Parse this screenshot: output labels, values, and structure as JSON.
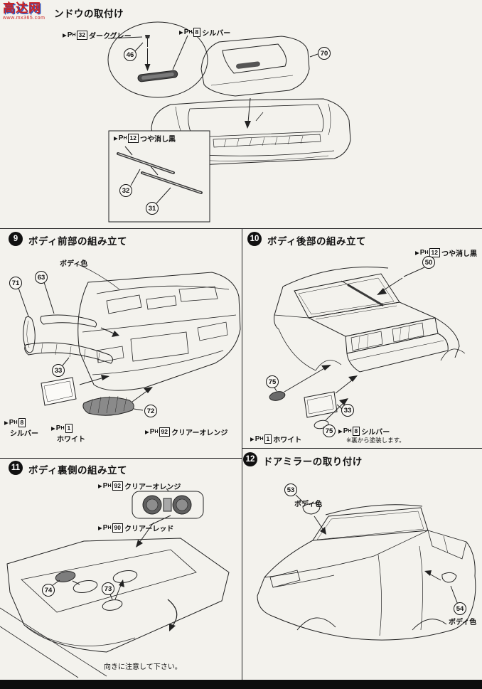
{
  "ui": {
    "marker": "▶",
    "p": "P",
    "h": "H"
  },
  "watermark": {
    "name": "高达网",
    "url": "www.mx365.com"
  },
  "top_section": {
    "title": "ンドウの取付け",
    "paint_dark_gray": {
      "code": "32",
      "name": "ダークグレー"
    },
    "paint_silver": {
      "code": "8",
      "name": "シルバー"
    },
    "callout_garnish": "46",
    "callout_trunk_lid": "70",
    "wiper_box": {
      "paint_flat_black": {
        "code": "12",
        "name": "つや消し黒"
      },
      "callout_wiper_left": "32",
      "callout_wiper_right": "31"
    }
  },
  "step9": {
    "number": "9",
    "title": "ボディ前部の組み立て",
    "body_color_label": "ボディ色",
    "callout_side_garnish": "71",
    "callout_front_lip": "63",
    "callout_lower_lip": "33",
    "callout_turn_signal": "72",
    "paint_silver": {
      "code": "8",
      "name": "シルバー"
    },
    "paint_white": {
      "code": "1",
      "name": "ホワイト"
    },
    "paint_clear_orange": {
      "code": "92",
      "name": "クリアーオレンジ"
    }
  },
  "step10": {
    "number": "10",
    "title": "ボディ後部の組み立て",
    "paint_flat_black": {
      "code": "12",
      "name": "つや消し黒"
    },
    "callout_rear_wiper": "50",
    "callout_side_marker_left": "75",
    "callout_license_garnish": "33",
    "callout_side_marker_right": "75",
    "paint_white": {
      "code": "1",
      "name": "ホワイト"
    },
    "paint_silver": {
      "code": "8",
      "name": "シルバー"
    },
    "paint_note": "※裏から塗装します。"
  },
  "step11": {
    "number": "11",
    "title": "ボディ裏側の組み立て",
    "paint_clear_orange": {
      "code": "92",
      "name": "クリアーオレンジ"
    },
    "paint_clear_red": {
      "code": "90",
      "name": "クリアーレッド"
    },
    "callout_lens_left": "74",
    "callout_lens_right": "73",
    "note": "向きに注意して下さい。"
  },
  "step12": {
    "number": "12",
    "title": "ドアミラーの取り付け",
    "body_color_left": "ボディ色",
    "body_color_right": "ボディ色",
    "callout_mirror_left": "53",
    "callout_mirror_right": "54"
  }
}
